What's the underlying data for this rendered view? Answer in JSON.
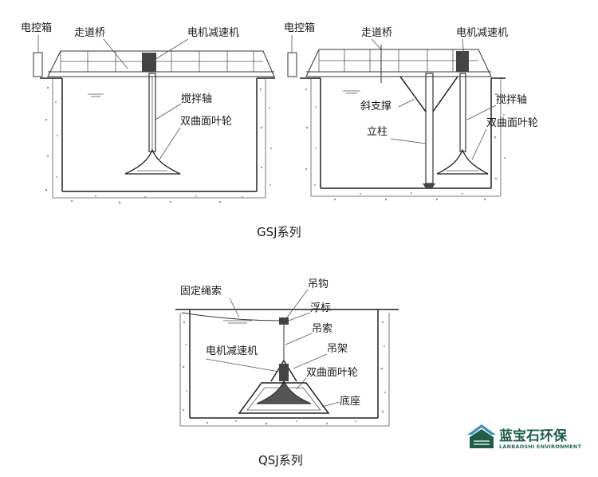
{
  "gsj": {
    "left": {
      "control_box": "电控箱",
      "walkway_bridge": "走道桥",
      "motor_reducer": "电机减速机",
      "stirring_shaft": "搅拌轴",
      "hyperboloid_impeller": "双曲面叶轮"
    },
    "right": {
      "control_box": "电控箱",
      "walkway_bridge": "走道桥",
      "motor_reducer": "电机减速机",
      "diagonal_brace": "斜支撑",
      "stirring_shaft": "搅拌轴",
      "column": "立柱",
      "hyperboloid_impeller": "双曲面叶轮"
    },
    "caption": "GSJ系列"
  },
  "qsj": {
    "fixed_rope": "固定绳索",
    "hook": "吊钩",
    "float": "浮标",
    "sling": "吊索",
    "hanger": "吊架",
    "motor_reducer": "电机减速机",
    "hyperboloid_impeller": "双曲面叶轮",
    "base": "底座",
    "caption": "QSJ系列"
  },
  "brand": {
    "name_cn": "蓝宝石环保",
    "name_en": "LANBAOSHI ENVIRONMENT"
  },
  "colors": {
    "line": "#333333",
    "soil": "#9a9a9a",
    "brand_green": "#1f5f4a",
    "brand_blue": "#3f8fb8"
  }
}
